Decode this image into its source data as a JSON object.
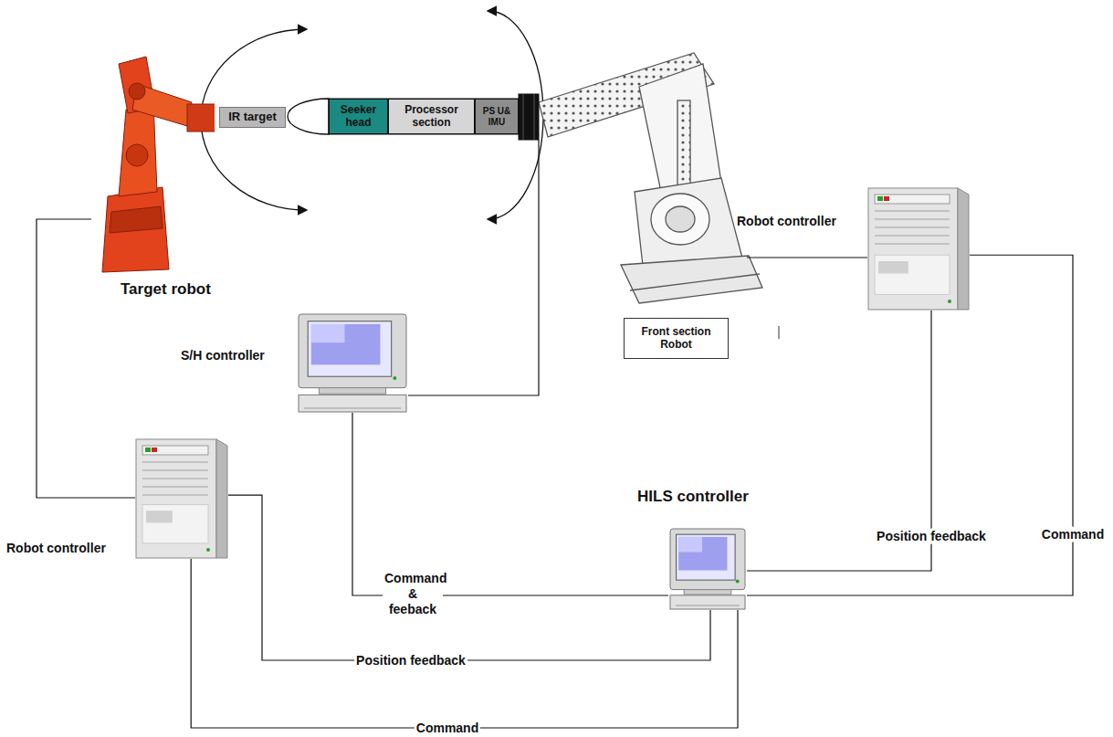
{
  "diagram": {
    "nodes": [
      {
        "text": [
          "Target robot"
        ]
      },
      {
        "text": [
          "IR target"
        ]
      },
      {
        "text": [
          "Seeker head"
        ]
      },
      {
        "text": [
          "Processor section"
        ]
      },
      {
        "text": [
          "PS U& IMU"
        ]
      },
      {
        "text": [
          "Front section Robot"
        ]
      },
      {
        "text": [
          "Robot controller"
        ]
      },
      {
        "text": [
          "S/H controller"
        ]
      },
      {
        "text": [
          "HILS controller"
        ]
      },
      {
        "text": [
          "Robot controller"
        ]
      }
    ],
    "edges": [
      {
        "from": 0,
        "to": 9,
        "arrow": "none"
      },
      {
        "from": 7,
        "to": 8,
        "label": "Command & feeback",
        "arrow": "none"
      },
      {
        "from": 6,
        "to": 8,
        "label": "Position feedback",
        "arrow": "none"
      },
      {
        "from": 6,
        "to": 8,
        "label": "Command",
        "arrow": "none"
      },
      {
        "from": 9,
        "to": 8,
        "label": "Position feedback",
        "arrow": "none"
      },
      {
        "from": 9,
        "to": 8,
        "label": "Command",
        "arrow": "none"
      }
    ]
  }
}
